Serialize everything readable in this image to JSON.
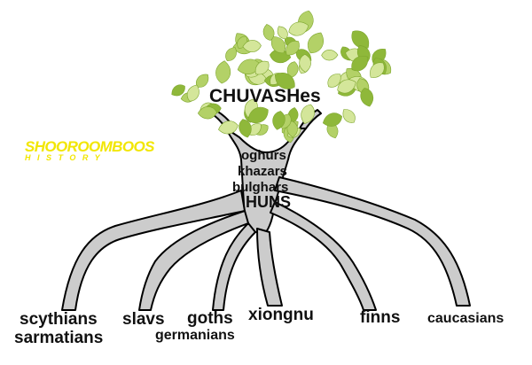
{
  "tree": {
    "crown_label": "CHUVASHes",
    "trunk_labels": [
      "oghurs",
      "khazars",
      "bulghars"
    ],
    "base_label": "HUNS",
    "roots": {
      "scythians": "scythians",
      "sarmatians": "sarmatians",
      "slavs": "slavs",
      "goths": "goths",
      "germanians": "germanians",
      "xiongnu": "xiongnu",
      "finns": "finns",
      "caucasians": "caucasians"
    }
  },
  "logo": {
    "line1": "SHOOROOMBOOS",
    "line2": "HISTORY",
    "color": "#f2e600"
  },
  "colors": {
    "trunk_fill": "#cccccc",
    "outline": "#000000",
    "leaf_light": "#d4e69a",
    "leaf_mid": "#b3d167",
    "leaf_dark": "#8fb83a"
  }
}
